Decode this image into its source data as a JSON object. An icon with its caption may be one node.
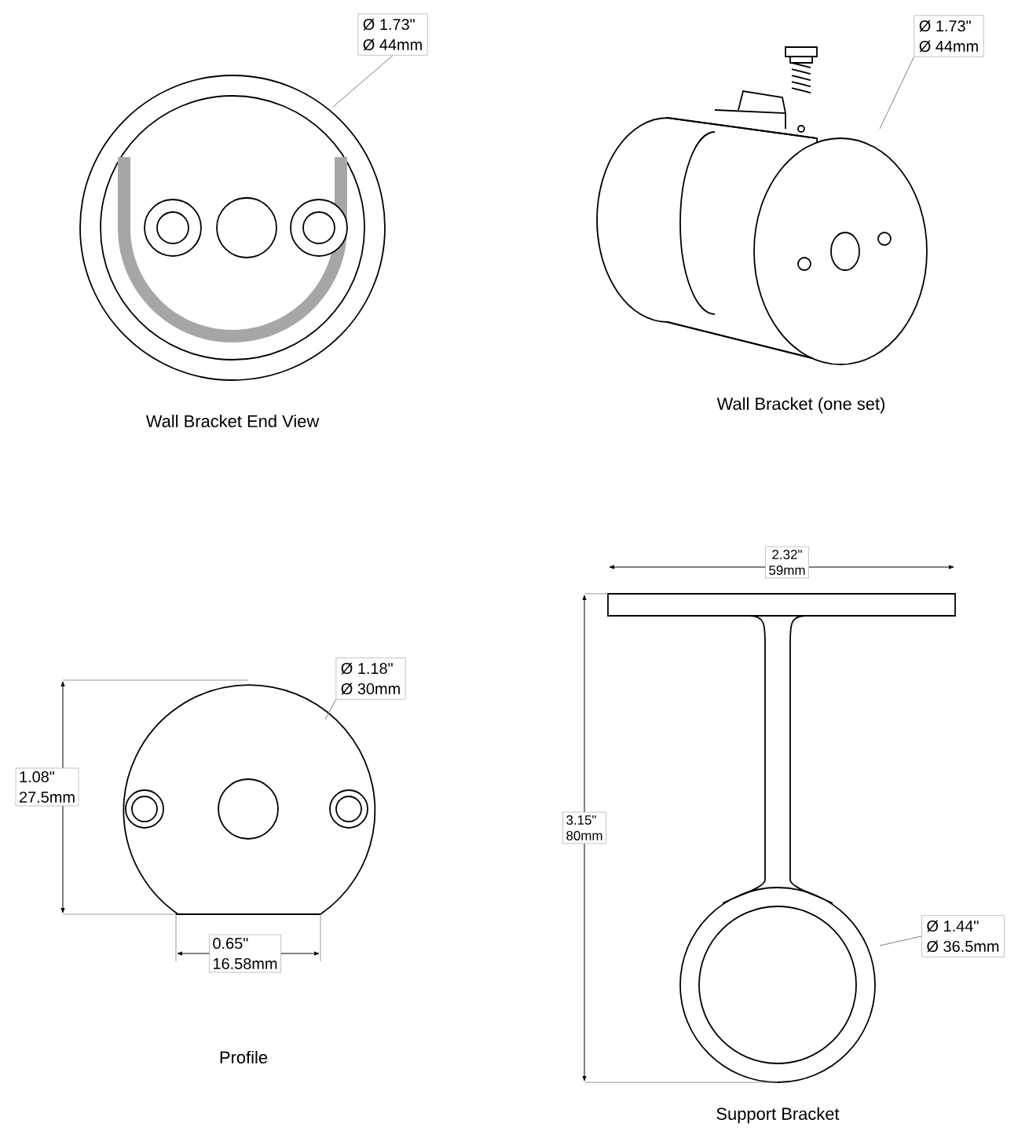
{
  "diagram": {
    "nodes": [
      {
        "text": [
          "Ø 1.73\"",
          "Ø 44mm"
        ]
      },
      {
        "text": [
          "Ø 1.73\"",
          "Ø 44mm"
        ]
      },
      {
        "text": [
          "Ø 1.18\"",
          "Ø 30mm"
        ]
      },
      {
        "text": [
          "Ø 1.44\"",
          "Ø 36.5mm"
        ]
      }
    ],
    "edges": [
      {
        "from": 0,
        "to": null,
        "arrow": "none"
      },
      {
        "from": 1,
        "to": null,
        "arrow": "none"
      },
      {
        "from": 2,
        "to": null,
        "arrow": "none"
      },
      {
        "from": 3,
        "to": null,
        "arrow": "none"
      }
    ],
    "labels": [
      "Wall Bracket End View",
      "Wall Bracket (one set)",
      "2.32\"",
      "59mm",
      "1.08\"",
      "27.5mm",
      "3.15\"",
      "80mm",
      "0.65\"",
      "16.58mm",
      "Profile",
      "Support Bracket"
    ]
  }
}
